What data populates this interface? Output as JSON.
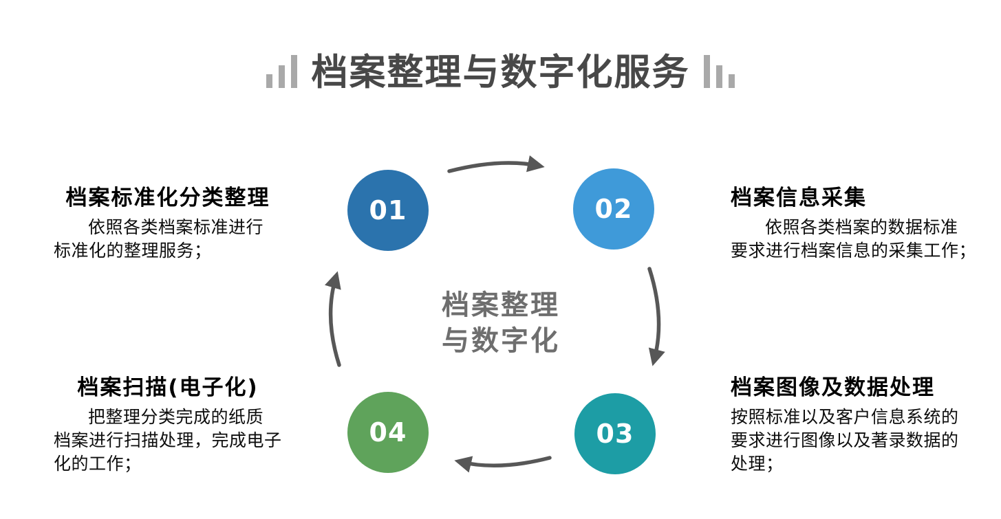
{
  "title": "档案整理与数字化服务",
  "center_label": {
    "line1": "档案整理",
    "line2": "与数字化"
  },
  "steps": [
    {
      "number": "01",
      "color": "#2b73ad",
      "heading": "档案标准化分类整理",
      "lines": [
        "依照各类档案标准进行",
        "标准化的整理服务；"
      ]
    },
    {
      "number": "02",
      "color": "#3f9ad9",
      "heading": "档案信息采集",
      "lines": [
        "依照各类档案的数据标准",
        "要求进行档案信息的采集工作；"
      ]
    },
    {
      "number": "03",
      "color": "#1d9da5",
      "heading": "档案图像及数据处理",
      "lines": [
        "按照标准以及客户信息系统的",
        "要求进行图像以及著录数据的",
        "处理；"
      ]
    },
    {
      "number": "04",
      "color": "#5fa35b",
      "heading": "档案扫描(电子化)",
      "lines": [
        "把整理分类完成的纸质",
        "档案进行扫描处理，完成电子",
        "化的工作；"
      ]
    }
  ],
  "colors": {
    "title_text": "#484848",
    "title_bars": "#a9a9a9",
    "center_text": "#6e6e6e",
    "arrows": "#575757",
    "body_text": "#0d0d0d"
  }
}
